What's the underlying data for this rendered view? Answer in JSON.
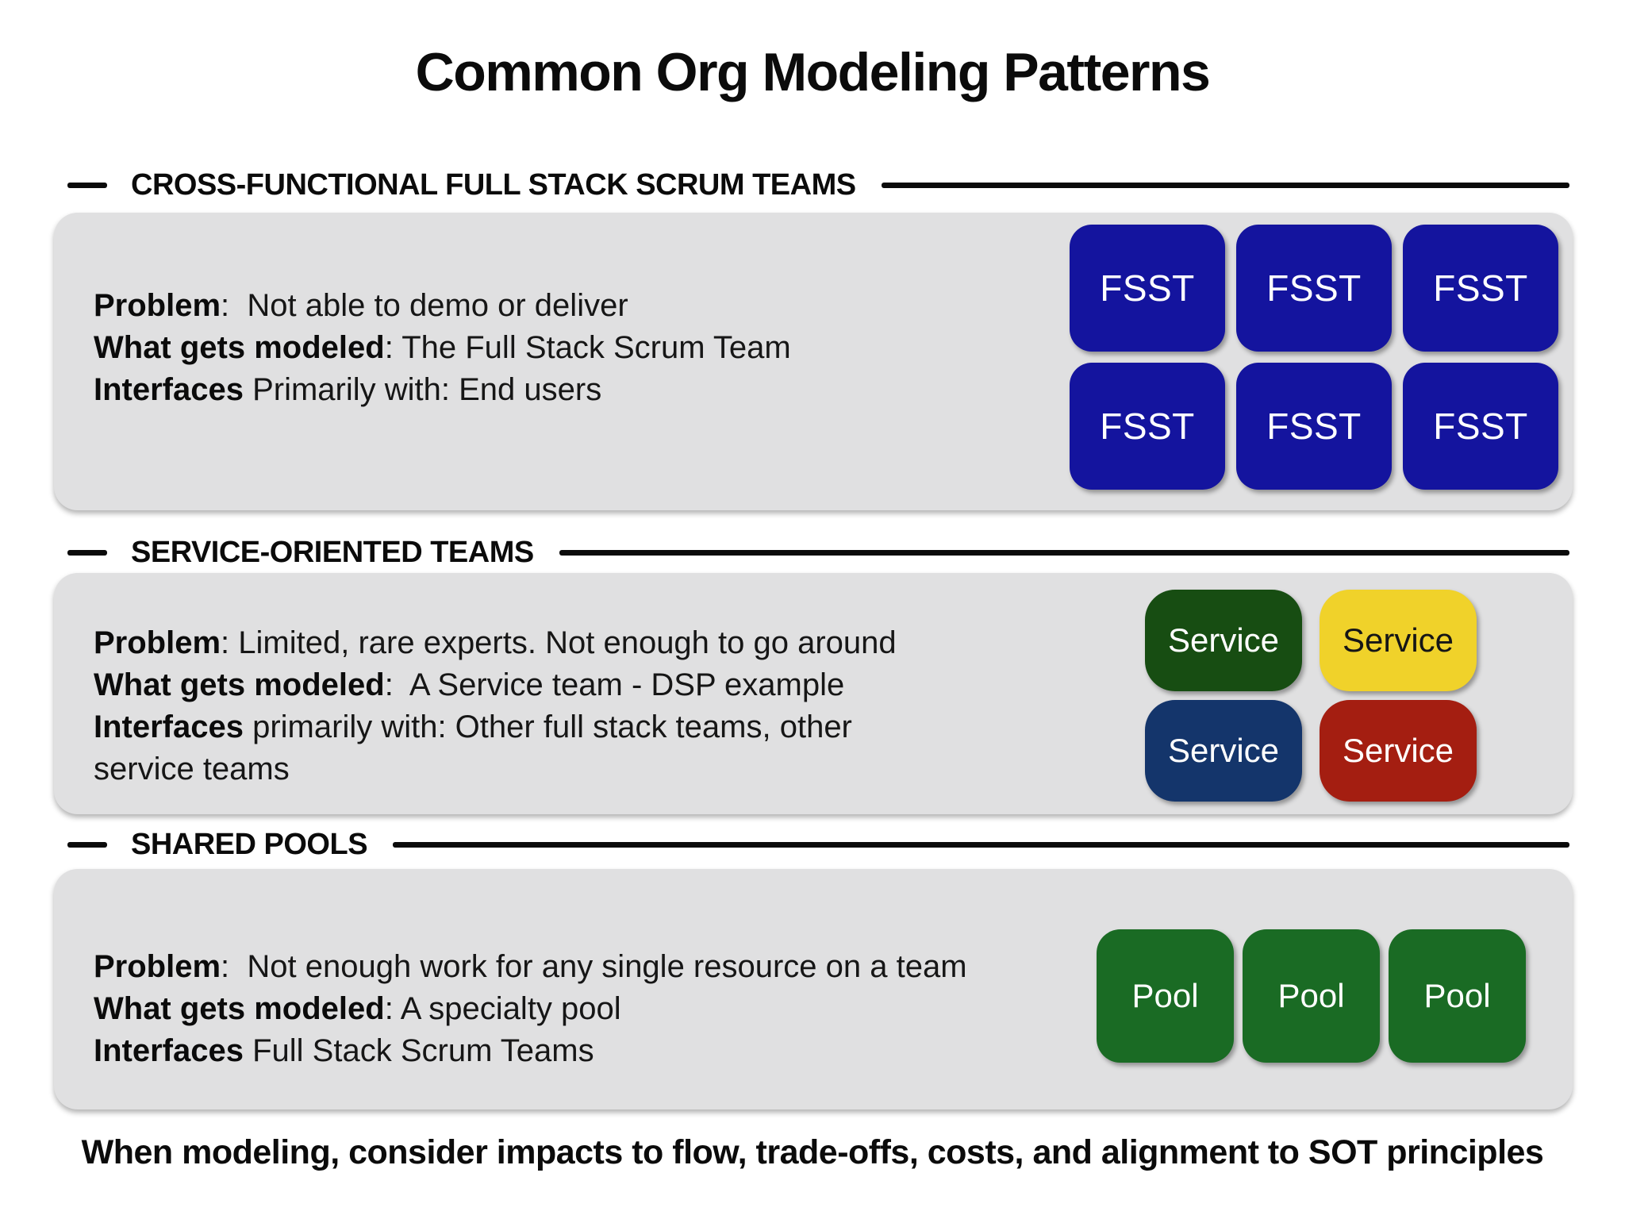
{
  "title": "Common Org Modeling Patterns",
  "footer": "When modeling, consider impacts to flow, trade-offs, costs, and alignment to SOT principles",
  "colors": {
    "panel": "#e0e0e1",
    "fsst_blue": "#14149e",
    "service_green": "#174d12",
    "service_yellow": "#f0d22a",
    "service_navy": "#14356b",
    "service_red": "#a41e11",
    "pool_green": "#1a6b24",
    "box_text_light": "#ffffff",
    "box_text_dark": "#161616"
  },
  "sections": [
    {
      "heading": "CROSS-FUNCTIONAL FULL STACK SCRUM TEAMS",
      "lines": [
        {
          "label": "Problem",
          "text": ":  Not able to demo or deliver"
        },
        {
          "label": "What gets modeled",
          "text": ": The Full Stack Scrum Team"
        },
        {
          "label": "Interfaces",
          "text": " Primarily with: End users"
        }
      ],
      "boxes": [
        {
          "label": "FSST",
          "color": "fsst_blue",
          "text_color": "#ffffff"
        },
        {
          "label": "FSST",
          "color": "fsst_blue",
          "text_color": "#ffffff"
        },
        {
          "label": "FSST",
          "color": "fsst_blue",
          "text_color": "#ffffff"
        },
        {
          "label": "FSST",
          "color": "fsst_blue",
          "text_color": "#ffffff"
        },
        {
          "label": "FSST",
          "color": "fsst_blue",
          "text_color": "#ffffff"
        },
        {
          "label": "FSST",
          "color": "fsst_blue",
          "text_color": "#ffffff"
        }
      ]
    },
    {
      "heading": "SERVICE-ORIENTED TEAMS",
      "lines": [
        {
          "label": "Problem",
          "text": ": Limited, rare experts. Not enough to go around"
        },
        {
          "label": "What gets modeled",
          "text": ":  A Service team - DSP example"
        },
        {
          "label": "Interfaces",
          "text": " primarily with: Other full stack teams, other"
        },
        {
          "label": "",
          "text": "service teams"
        }
      ],
      "boxes": [
        {
          "label": "Service",
          "color": "service_green",
          "text_color": "#ffffff"
        },
        {
          "label": "Service",
          "color": "service_yellow",
          "text_color": "#161616"
        },
        {
          "label": "Service",
          "color": "service_navy",
          "text_color": "#ffffff"
        },
        {
          "label": "Service",
          "color": "service_red",
          "text_color": "#ffffff"
        }
      ]
    },
    {
      "heading": "SHARED POOLS",
      "lines": [
        {
          "label": "Problem",
          "text": ":  Not enough work for any single resource on a team"
        },
        {
          "label": "What gets modeled",
          "text": ": A specialty pool"
        },
        {
          "label": "Interfaces",
          "text": " Full Stack Scrum Teams"
        }
      ],
      "boxes": [
        {
          "label": "Pool",
          "color": "pool_green",
          "text_color": "#ffffff"
        },
        {
          "label": "Pool",
          "color": "pool_green",
          "text_color": "#ffffff"
        },
        {
          "label": "Pool",
          "color": "pool_green",
          "text_color": "#ffffff"
        }
      ]
    }
  ]
}
